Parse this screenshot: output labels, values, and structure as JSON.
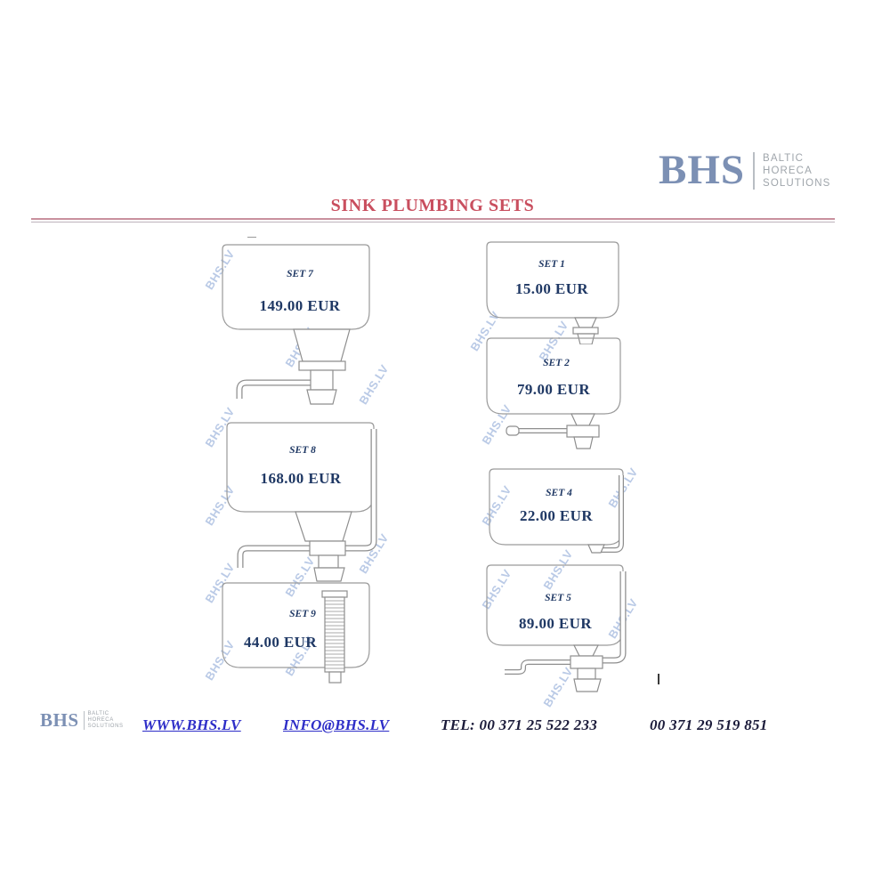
{
  "page": {
    "title": "SINK PLUMBING SETS"
  },
  "logo": {
    "name": "BHS",
    "tagline": [
      "BALTIC",
      "HORECA",
      "SOLUTIONS"
    ]
  },
  "watermark": {
    "text": "BHS.LV"
  },
  "products": {
    "left": [
      {
        "label": "SET 7",
        "price": "149.00 EUR"
      },
      {
        "label": "SET 8",
        "price": "168.00 EUR"
      },
      {
        "label": "SET 9",
        "price": "44.00 EUR"
      }
    ],
    "right": [
      {
        "label": "SET 1",
        "price": "15.00 EUR"
      },
      {
        "label": "SET 2",
        "price": "79.00 EUR"
      },
      {
        "label": "SET 4",
        "price": "22.00 EUR"
      },
      {
        "label": "SET 5",
        "price": "89.00 EUR"
      }
    ]
  },
  "footer": {
    "website": "WWW.BHS.LV",
    "email": "INFO@BHS.LV",
    "phone": "TEL: 00 371  25 522 233",
    "phone2": "00 371 29 519 851"
  },
  "colors": {
    "logo_blue": "#7C90B4",
    "title_red": "#C94F5F",
    "text_navy": "#1F3864",
    "link_blue": "#2E2EC8",
    "watermark_blue": "#B3C5E4"
  }
}
